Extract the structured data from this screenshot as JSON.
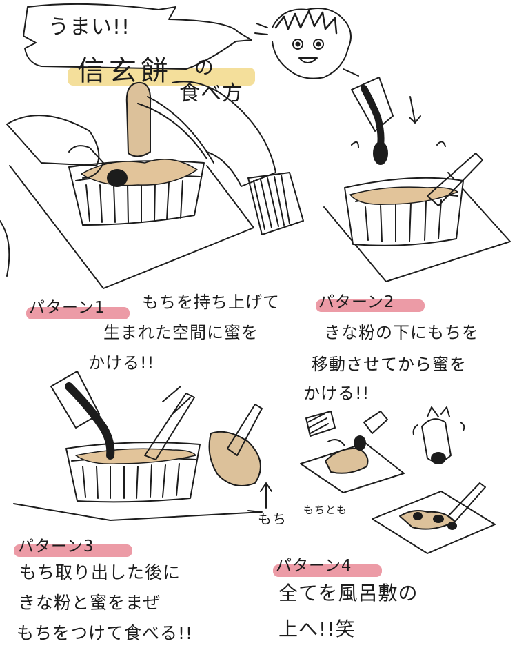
{
  "header": {
    "exclaim": "うまい!!",
    "title": "信玄餅",
    "title_particle": "の",
    "title_suffix": "食べ方"
  },
  "patterns": [
    {
      "label": "パターン1",
      "text_lines": [
        "もちを持ち上げて",
        "生まれた空間に蜜を",
        "かける!!"
      ]
    },
    {
      "label": "パターン2",
      "text_lines": [
        "きな粉の下にもちを",
        "移動させてから蜜を",
        "かける!!"
      ]
    },
    {
      "label": "パターン3",
      "text_lines": [
        "もち取り出した後に",
        "きな粉と蜜をまぜ",
        "もちをつけて食べる!!"
      ]
    },
    {
      "label": "パターン4",
      "text_lines": [
        "全てを風呂敷の",
        "上へ!!笑"
      ]
    }
  ],
  "annotations": {
    "mochi_arrow": "もち",
    "mochi_small": "もちとも"
  },
  "colors": {
    "highlight_yellow": "#f2d98a",
    "highlight_pink": "#e98a97",
    "kinako": "#e2c49a",
    "mochi": "#dcc19a",
    "ink": "#1c1c1c"
  }
}
